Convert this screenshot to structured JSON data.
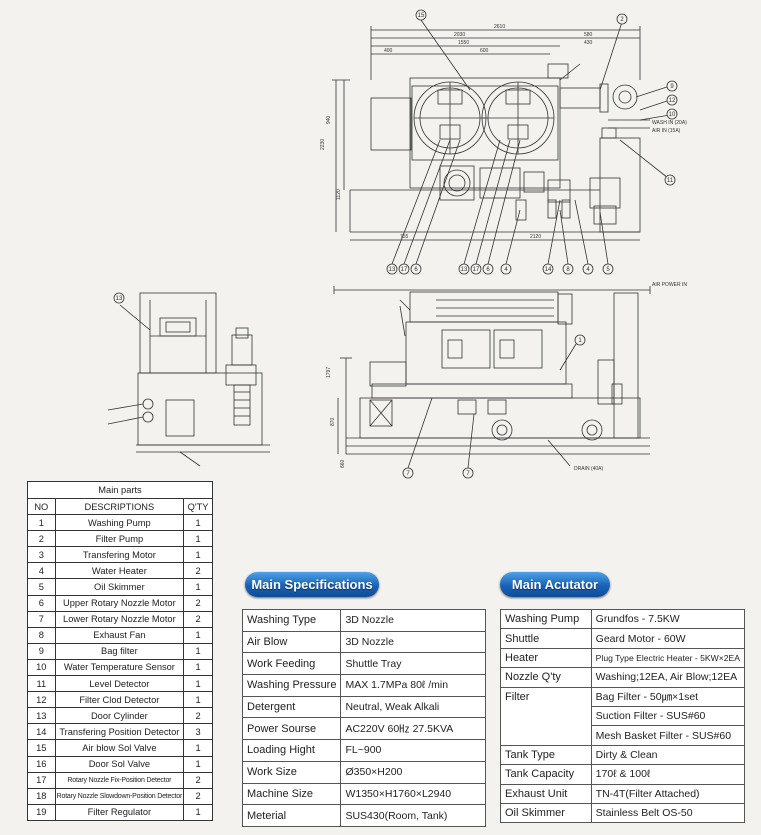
{
  "drawing": {
    "top_dims": [
      "2610",
      "2030",
      "1550",
      "580",
      "400",
      "600",
      "430",
      "2120",
      "755",
      "940",
      "2230"
    ],
    "balloons_top": [
      "15",
      "2",
      "9",
      "12",
      "10",
      "11",
      "13",
      "17",
      "6",
      "13",
      "17",
      "6",
      "4",
      "14",
      "8",
      "5"
    ],
    "balloons_mid": [
      "13",
      "7",
      "7",
      "1"
    ],
    "side_labels": [
      "2230",
      "1120",
      "1797",
      "870",
      "660"
    ],
    "notes": [
      "WASH IN (20A)",
      "AIR IN (15A)",
      "DRAIN (40A)",
      "AIR POWER IN"
    ]
  },
  "parts": {
    "title": "Main parts",
    "headers": [
      "NO",
      "DESCRIPTIONS",
      "Q'TY"
    ],
    "rows": [
      [
        "1",
        "Washing Pump",
        "1"
      ],
      [
        "2",
        "Filter Pump",
        "1"
      ],
      [
        "3",
        "Transfering Motor",
        "1"
      ],
      [
        "4",
        "Water Heater",
        "2"
      ],
      [
        "5",
        "Oil Skimmer",
        "1"
      ],
      [
        "6",
        "Upper Rotary Nozzle Motor",
        "2"
      ],
      [
        "7",
        "Lower Rotary Nozzle Motor",
        "2"
      ],
      [
        "8",
        "Exhaust Fan",
        "1"
      ],
      [
        "9",
        "Bag filter",
        "1"
      ],
      [
        "10",
        "Water Temperature Sensor",
        "1"
      ],
      [
        "11",
        "Level Detector",
        "1"
      ],
      [
        "12",
        "Filter Clod Detector",
        "1"
      ],
      [
        "13",
        "Door Cylinder",
        "2"
      ],
      [
        "14",
        "Transfering Position Detector",
        "3"
      ],
      [
        "15",
        "Air blow Sol Valve",
        "1"
      ],
      [
        "16",
        "Door Sol Valve",
        "1"
      ],
      [
        "17",
        "Rotary Nozzle Fix-Position Detector",
        "2"
      ],
      [
        "18",
        "Rotary Nozzle Slowdown-Position Detector",
        "2"
      ],
      [
        "19",
        "Filter Regulator",
        "1"
      ]
    ]
  },
  "specs": {
    "title": "Main Specifications",
    "rows": [
      [
        "Washing Type",
        "3D Nozzle"
      ],
      [
        "Air Blow",
        "3D Nozzle"
      ],
      [
        "Work Feeding",
        "Shuttle Tray"
      ],
      [
        "Washing Pressure",
        "MAX 1.7MPa 80ℓ /min"
      ],
      [
        "Detergent",
        "Neutral, Weak Alkali"
      ],
      [
        "Power Sourse",
        "AC220V 60㎐ 27.5KVA"
      ],
      [
        "Loading Hight",
        "FL~900"
      ],
      [
        "Work Size",
        "Ø350×H200"
      ],
      [
        "Machine Size",
        "W1350×H1760×L2940"
      ],
      [
        "Meterial",
        "SUS430(Room, Tank)"
      ]
    ]
  },
  "actuator": {
    "title": "Main Acutator",
    "washing_pump": [
      "Washing Pump",
      "Grundfos - 7.5KW"
    ],
    "shuttle": [
      "Shuttle",
      "Geard Motor - 60W"
    ],
    "heater": [
      "Heater",
      "Plug Type Electric Heater - 5KW×2EA"
    ],
    "nozzle": [
      "Nozzle Q'ty",
      "Washing;12EA, Air Blow;12EA"
    ],
    "filter_label": "Filter",
    "filter_values": [
      "Bag Filter - 50㎛×1set",
      "Suction Filter - SUS#60",
      "Mesh Basket Filter - SUS#60"
    ],
    "tank_type": [
      "Tank Type",
      "Dirty & Clean"
    ],
    "tank_capacity": [
      "Tank Capacity",
      "170ℓ & 100ℓ"
    ],
    "exhaust": [
      "Exhaust Unit",
      "TN-4T(Filter Attached)"
    ],
    "oil": [
      "Oil Skimmer",
      "Stainless Belt OS-50"
    ]
  },
  "colors": {
    "pill_top": "#4da3e8",
    "pill_bottom": "#0e4c97",
    "background": "#f4f2ee"
  }
}
